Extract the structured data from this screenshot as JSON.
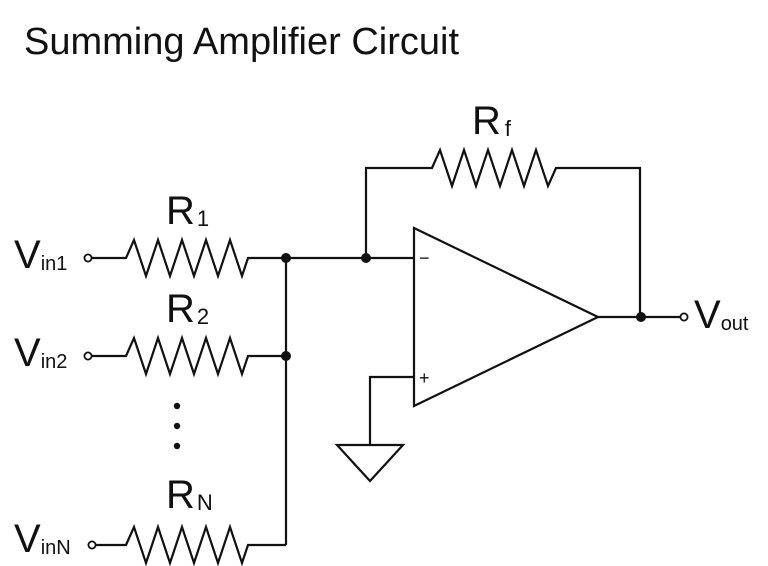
{
  "title": "Summing Amplifier Circuit",
  "inputs": [
    {
      "main": "V",
      "sub": "in1"
    },
    {
      "main": "V",
      "sub": "in2"
    },
    {
      "main": "V",
      "sub": "inN"
    }
  ],
  "resistors": [
    {
      "main": "R",
      "sub": "1"
    },
    {
      "main": "R",
      "sub": "2"
    },
    {
      "main": "R",
      "sub": "N"
    }
  ],
  "feedback": {
    "main": "R",
    "sub": "f"
  },
  "output": {
    "main": "V",
    "sub": "out"
  },
  "opamp": {
    "inverting": "−",
    "noninverting": "+"
  },
  "ellipsis": "⋮"
}
